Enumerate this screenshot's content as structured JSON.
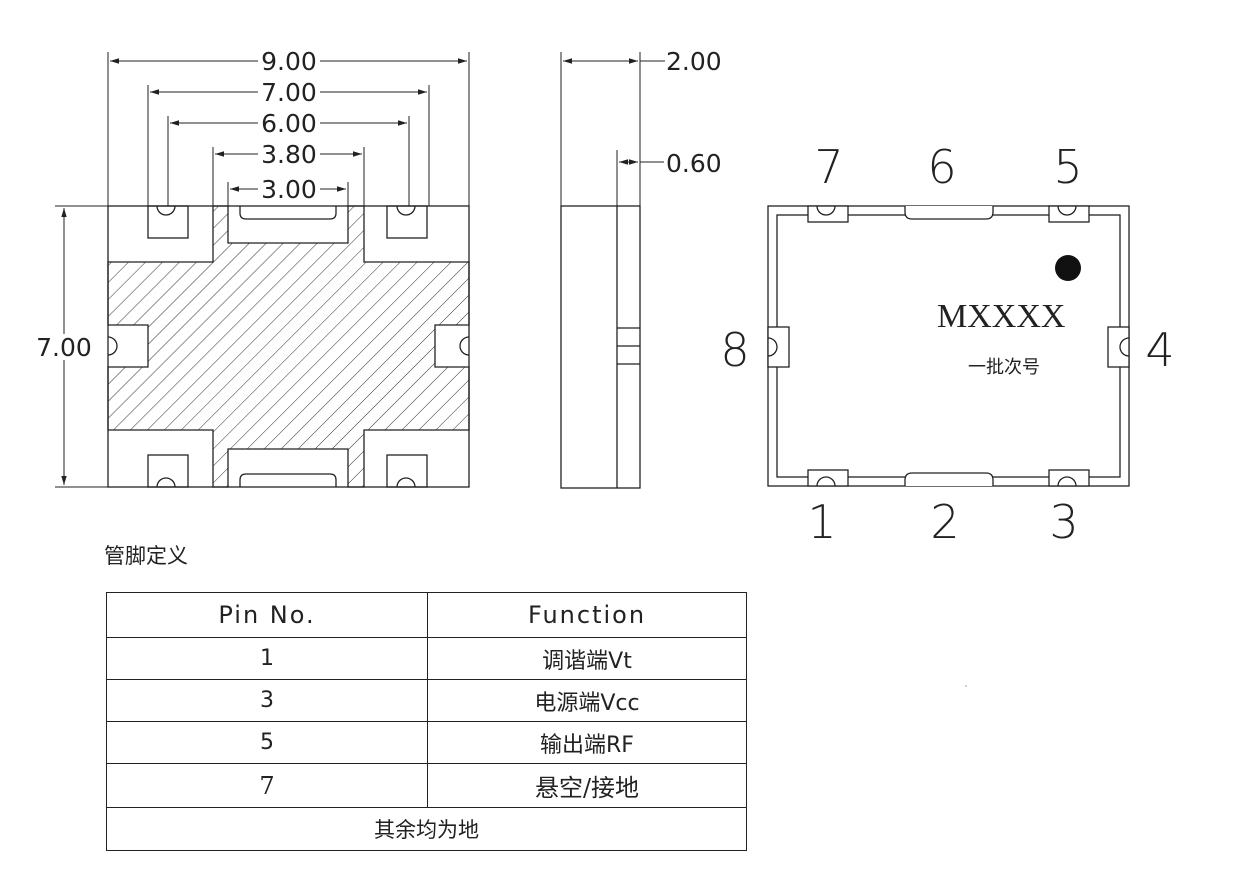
{
  "dimensions": {
    "top_dims": [
      "9.00",
      "7.00",
      "6.00",
      "3.80",
      "3.00"
    ],
    "height_dim": "7.00",
    "side_thickness": "2.00",
    "side_pad": "0.60"
  },
  "top_view": {
    "pin_numbers_top": [
      "7",
      "6",
      "5"
    ],
    "pin_numbers_bottom": [
      "1",
      "2",
      "3"
    ],
    "pin_number_left": "8",
    "pin_number_right": "4",
    "marking": "MXXXX",
    "batch_label": "一批次号"
  },
  "pin_table": {
    "title": "管脚定义",
    "headers": [
      "Pin No.",
      "Function"
    ],
    "rows": [
      {
        "pin": "1",
        "function": "调谐端Vt"
      },
      {
        "pin": "3",
        "function": "电源端Vcc"
      },
      {
        "pin": "5",
        "function": "输出端RF"
      },
      {
        "pin": "7",
        "function": "悬空/接地"
      }
    ],
    "note": "其余均为地"
  }
}
